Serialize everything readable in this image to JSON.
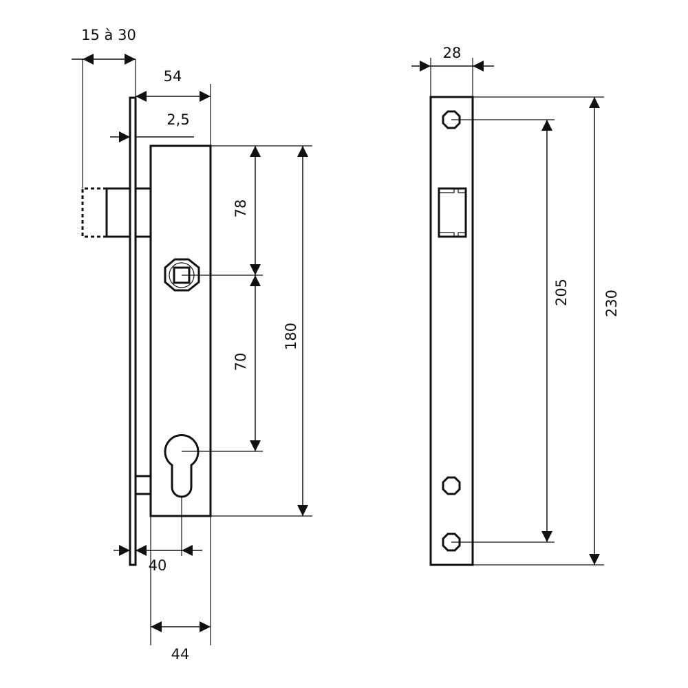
{
  "dimensions": {
    "bolt_throw": "15 à 30",
    "case_depth": "54",
    "faceplate_thickness": "2,5",
    "upper_spacing": "78",
    "lower_spacing": "70",
    "case_height": "180",
    "backset": "40",
    "case_width": "44",
    "strike_width": "28",
    "strike_hole_spacing": "205",
    "strike_height": "230"
  },
  "colors": {
    "line": "#111111",
    "background": "#ffffff"
  }
}
